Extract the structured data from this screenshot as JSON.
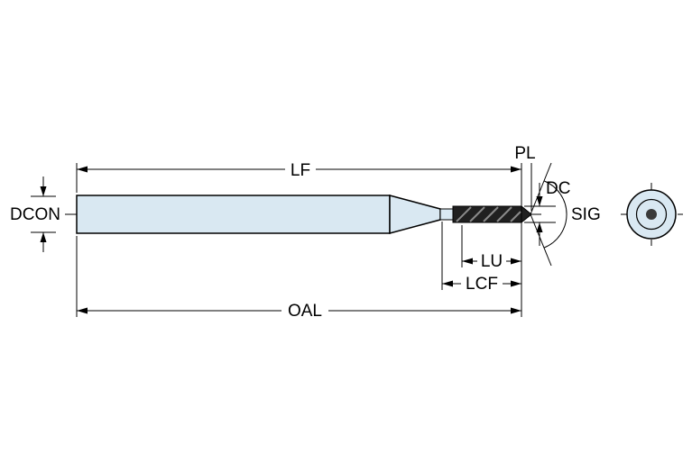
{
  "diagram": {
    "type": "tool-dimension-drawing",
    "subject": "micro-drill side view with end view",
    "labels": {
      "lf": "LF",
      "pl": "PL",
      "dc": "DC",
      "sig": "SIG",
      "dcon": "DCON",
      "lu": "LU",
      "lcf": "LCF",
      "oal": "OAL"
    },
    "colors": {
      "body_fill": "#d9e8f2",
      "outline": "#000000",
      "flute": "#202020",
      "center_dot": "#3a3a3a"
    }
  }
}
